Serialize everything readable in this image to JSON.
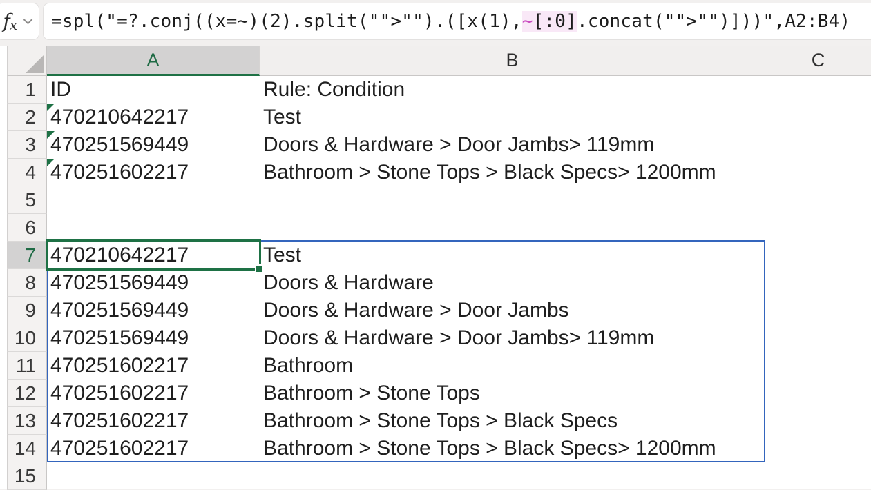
{
  "formula_bar": {
    "fx_f": "f",
    "fx_x": "x",
    "formula_prefix": "=spl(\"=?.conj((x=~)(2).split(\"\">\"\").([x(1),",
    "formula_highlight_tilde": "~",
    "formula_highlight_rest": "[:0]",
    "formula_suffix": ".concat(\"\">\"\")]))\",A2:B4)"
  },
  "columns": [
    {
      "label": "A",
      "selected": true
    },
    {
      "label": "B",
      "selected": false
    },
    {
      "label": "C",
      "selected": false
    }
  ],
  "active_cell": "A7",
  "rows": [
    {
      "n": "1",
      "a": "ID",
      "b": "Rule: Condition"
    },
    {
      "n": "2",
      "a": "470210642217",
      "b": "Test"
    },
    {
      "n": "3",
      "a": "470251569449",
      "b": "Doors & Hardware > Door Jambs> 119mm"
    },
    {
      "n": "4",
      "a": "470251602217",
      "b": "Bathroom > Stone Tops > Black Specs> 1200mm"
    },
    {
      "n": "5",
      "a": "",
      "b": ""
    },
    {
      "n": "6",
      "a": "",
      "b": ""
    },
    {
      "n": "7",
      "a": "470210642217",
      "b": "Test"
    },
    {
      "n": "8",
      "a": "470251569449",
      "b": "Doors & Hardware"
    },
    {
      "n": "9",
      "a": "470251569449",
      "b": "Doors & Hardware > Door Jambs"
    },
    {
      "n": "10",
      "a": "470251569449",
      "b": "Doors & Hardware > Door Jambs> 119mm"
    },
    {
      "n": "11",
      "a": "470251602217",
      "b": "Bathroom"
    },
    {
      "n": "12",
      "a": "470251602217",
      "b": "Bathroom > Stone Tops"
    },
    {
      "n": "13",
      "a": "470251602217",
      "b": "Bathroom > Stone Tops > Black Specs"
    },
    {
      "n": "14",
      "a": "470251602217",
      "b": "Bathroom > Stone Tops > Black Specs> 1200mm"
    },
    {
      "n": "15",
      "a": "",
      "b": ""
    }
  ],
  "icons": {
    "fx": "italic fx glyph",
    "chevron_down": "v chevron",
    "select_all": "gray corner triangle",
    "error_flag": "green top-left triangle",
    "fill_handle": "green square"
  },
  "colors": {
    "excel_green": "#1e7145",
    "header_selected_gray": "#d3d2d2",
    "spill_border_blue": "#3465bd",
    "formula_highlight_bg": "#f9e8f7",
    "formula_highlight_tilde": "#c94bc0"
  }
}
